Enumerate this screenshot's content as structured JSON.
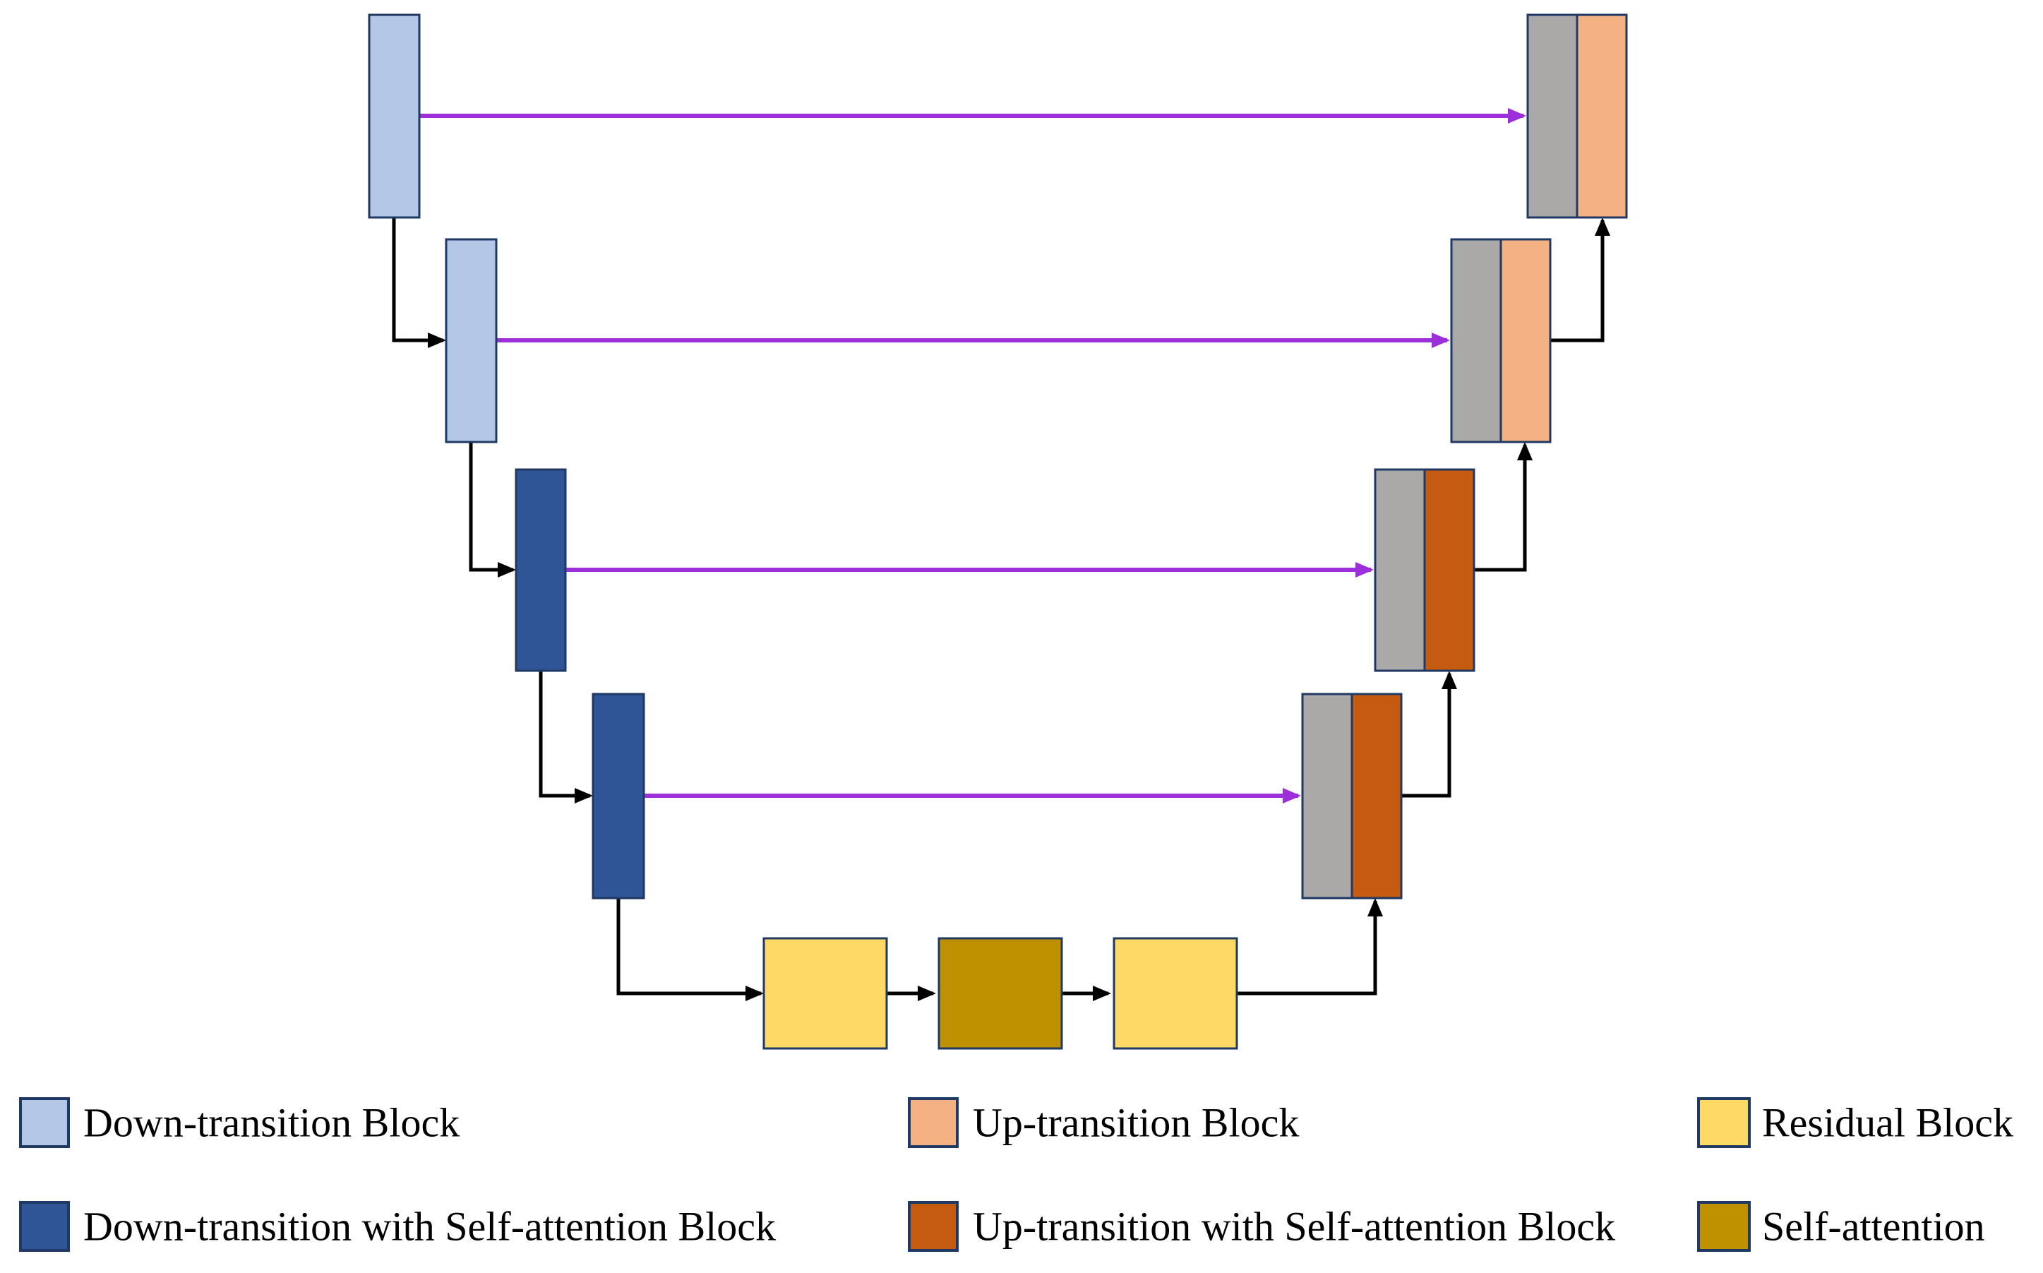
{
  "figure": {
    "type": "unet-architecture-diagram",
    "title": "",
    "background": "#ffffff",
    "text_color": "#000000"
  },
  "colors": {
    "light_blue": "#b4c7e7",
    "dark_blue": "#2f5597",
    "yellow": "#ffd966",
    "dark_gold": "#bf9000",
    "peach": "#f4b183",
    "dark_orange": "#c55a11",
    "gray": "#aba8a8",
    "border_navy": "#1f3864",
    "arrow_black": "#000000",
    "arrow_purple": "#9d2fdb",
    "background": "#ffffff"
  },
  "structure": {
    "encoder_path": [
      "down-transition",
      "down-transition",
      "down-transition-with-self-attention",
      "down-transition-with-self-attention"
    ],
    "bottleneck_path": [
      "residual",
      "self-attention",
      "residual"
    ],
    "decoder_path": [
      "up-transition-with-self-attention",
      "up-transition-with-self-attention",
      "up-transition",
      "up-transition"
    ],
    "skip_connection_count": 4,
    "levels": 4
  },
  "legend": {
    "items": [
      {
        "label": "Down-transition Block",
        "color_key": "light_blue"
      },
      {
        "label": "Up-transition Block",
        "color_key": "peach"
      },
      {
        "label": "Residual Block",
        "color_key": "yellow"
      },
      {
        "label": "Down-transition with Self-attention Block",
        "color_key": "dark_blue"
      },
      {
        "label": "Up-transition with Self-attention Block",
        "color_key": "dark_orange"
      },
      {
        "label": "Self-attention",
        "color_key": "dark_gold"
      }
    ]
  }
}
